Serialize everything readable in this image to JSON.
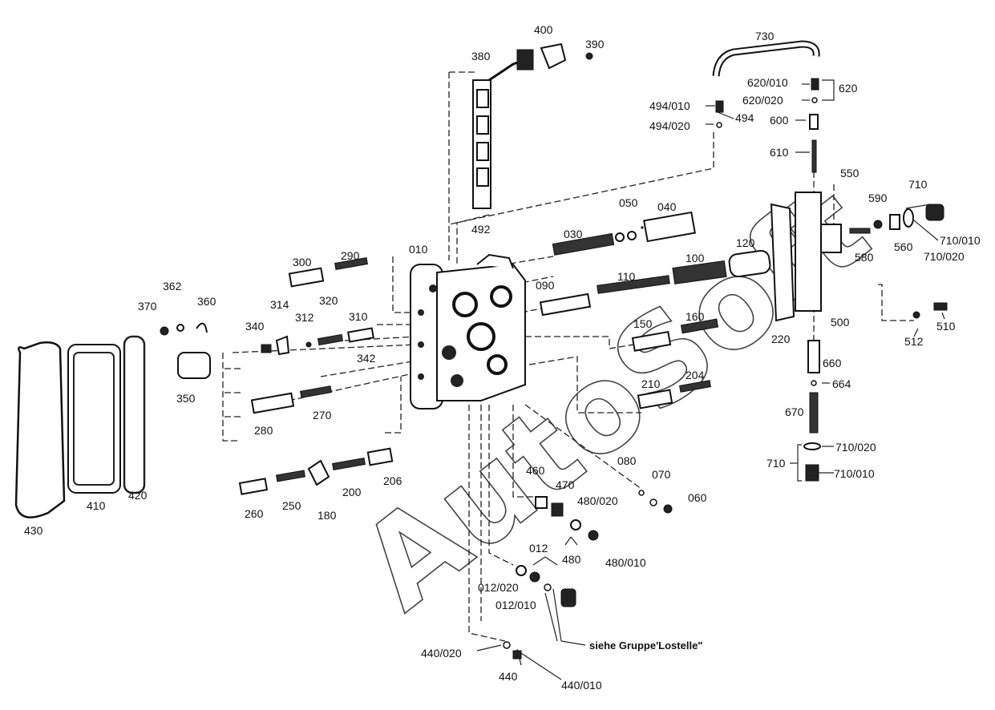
{
  "diagram": {
    "watermark": "AutoSoft",
    "note": "siehe Gruppe'Lostelle\"",
    "labels": {
      "p010": "010",
      "p012": "012",
      "p012_010": "012/010",
      "p012_020": "012/020",
      "p030": "030",
      "p040": "040",
      "p050": "050",
      "p060": "060",
      "p070": "070",
      "p080": "080",
      "p090": "090",
      "p100": "100",
      "p110": "110",
      "p120": "120",
      "p150": "150",
      "p160": "160",
      "p180": "180",
      "p200": "200",
      "p204": "204",
      "p206": "206",
      "p210": "210",
      "p220": "220",
      "p250": "250",
      "p260": "260",
      "p270": "270",
      "p280": "280",
      "p290": "290",
      "p300": "300",
      "p310": "310",
      "p312": "312",
      "p314": "314",
      "p320": "320",
      "p340": "340",
      "p342": "342",
      "p350": "350",
      "p360": "360",
      "p362": "362",
      "p370": "370",
      "p380": "380",
      "p390": "390",
      "p400": "400",
      "p410": "410",
      "p420": "420",
      "p430": "430",
      "p440": "440",
      "p440_010": "440/010",
      "p440_020": "440/020",
      "p460": "460",
      "p470": "470",
      "p480": "480",
      "p480_010": "480/010",
      "p480_020": "480/020",
      "p492": "492",
      "p494": "494",
      "p494_010": "494/010",
      "p494_020": "494/020",
      "p500": "500",
      "p510": "510",
      "p512": "512",
      "p550": "550",
      "p560": "560",
      "p580": "580",
      "p590": "590",
      "p600": "600",
      "p610": "610",
      "p620": "620",
      "p620_010": "620/010",
      "p620_020": "620/020",
      "p660": "660",
      "p664": "664",
      "p670": "670",
      "p710a": "710",
      "p710_010a": "710/010",
      "p710_020a": "710/020",
      "p710b": "710",
      "p710_010b": "710/010",
      "p710_020b": "710/020",
      "p730": "730"
    }
  }
}
